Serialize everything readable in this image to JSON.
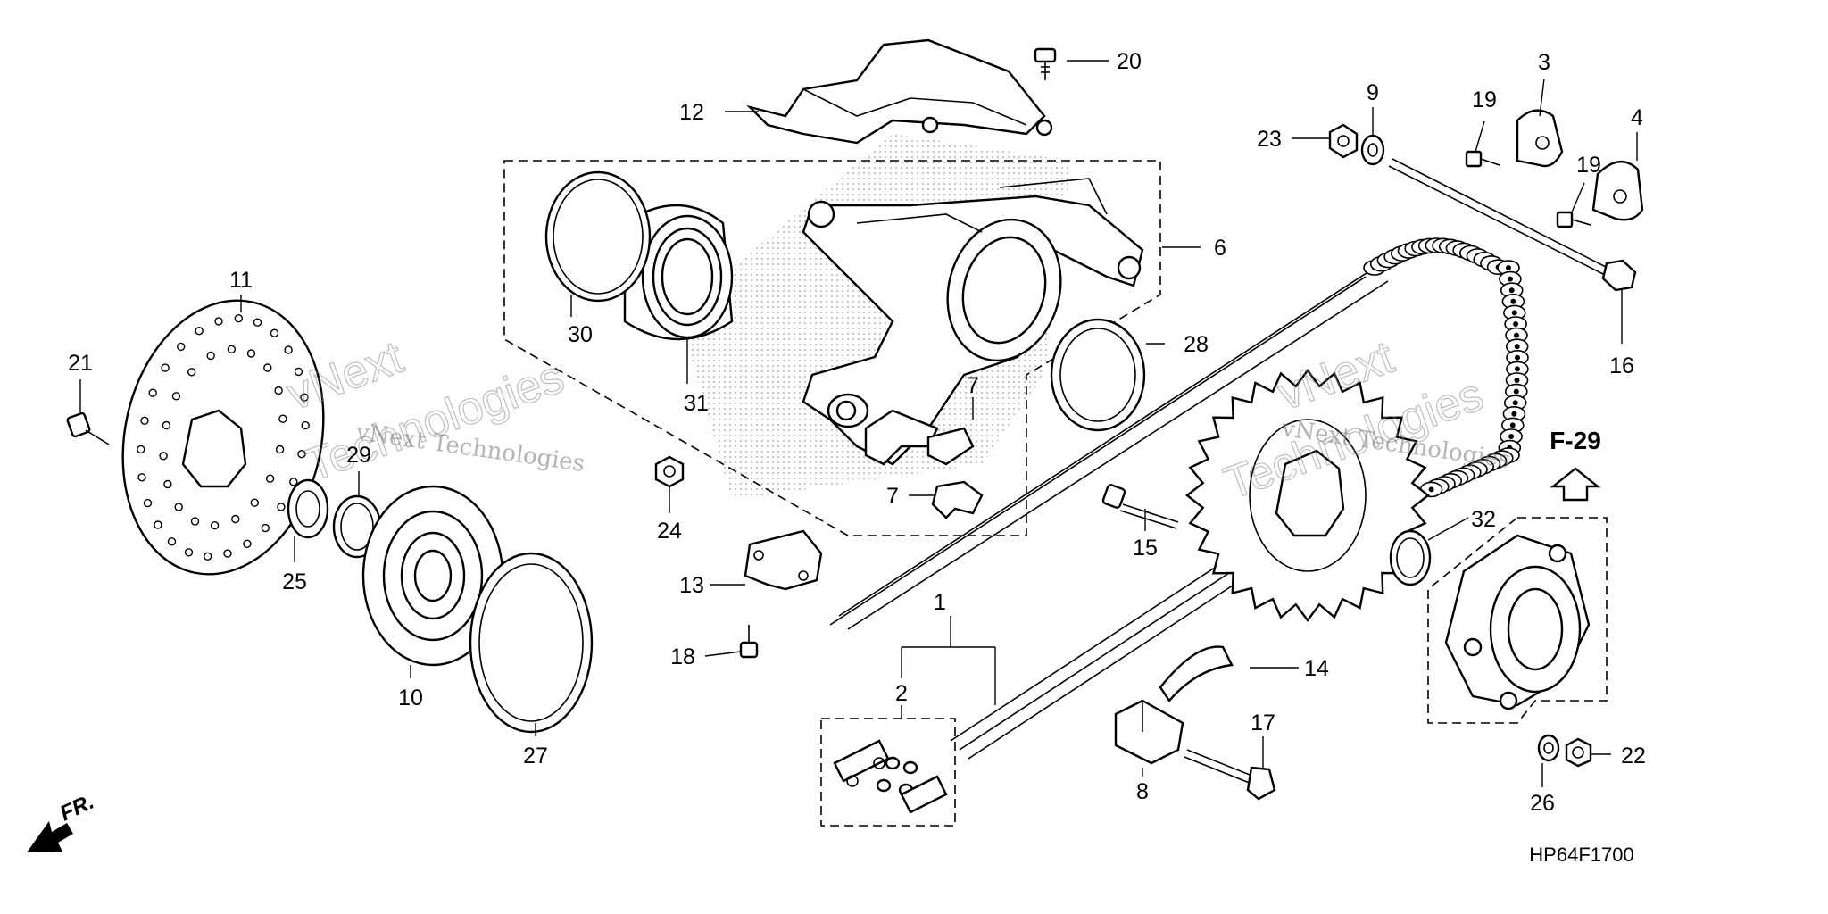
{
  "diagram": {
    "code": "HP64F1700",
    "front_label": "FR.",
    "ref_label": "F-29",
    "watermarks": [
      "vNext",
      "Technologies",
      "vNext Technologies"
    ],
    "callouts": [
      {
        "id": "c1",
        "label": "1"
      },
      {
        "id": "c2",
        "label": "2"
      },
      {
        "id": "c3",
        "label": "3"
      },
      {
        "id": "c4",
        "label": "4"
      },
      {
        "id": "c6",
        "label": "6"
      },
      {
        "id": "c7a",
        "label": "7"
      },
      {
        "id": "c7b",
        "label": "7"
      },
      {
        "id": "c8",
        "label": "8"
      },
      {
        "id": "c9",
        "label": "9"
      },
      {
        "id": "c10",
        "label": "10"
      },
      {
        "id": "c11",
        "label": "11"
      },
      {
        "id": "c12",
        "label": "12"
      },
      {
        "id": "c13",
        "label": "13"
      },
      {
        "id": "c14",
        "label": "14"
      },
      {
        "id": "c15",
        "label": "15"
      },
      {
        "id": "c16",
        "label": "16"
      },
      {
        "id": "c17",
        "label": "17"
      },
      {
        "id": "c18",
        "label": "18"
      },
      {
        "id": "c19a",
        "label": "19"
      },
      {
        "id": "c19b",
        "label": "19"
      },
      {
        "id": "c20",
        "label": "20"
      },
      {
        "id": "c21",
        "label": "21"
      },
      {
        "id": "c22",
        "label": "22"
      },
      {
        "id": "c23",
        "label": "23"
      },
      {
        "id": "c24",
        "label": "24"
      },
      {
        "id": "c25",
        "label": "25"
      },
      {
        "id": "c26",
        "label": "26"
      },
      {
        "id": "c27",
        "label": "27"
      },
      {
        "id": "c28",
        "label": "28"
      },
      {
        "id": "c29",
        "label": "29"
      },
      {
        "id": "c30",
        "label": "30"
      },
      {
        "id": "c31",
        "label": "31"
      },
      {
        "id": "c32",
        "label": "32"
      }
    ]
  }
}
